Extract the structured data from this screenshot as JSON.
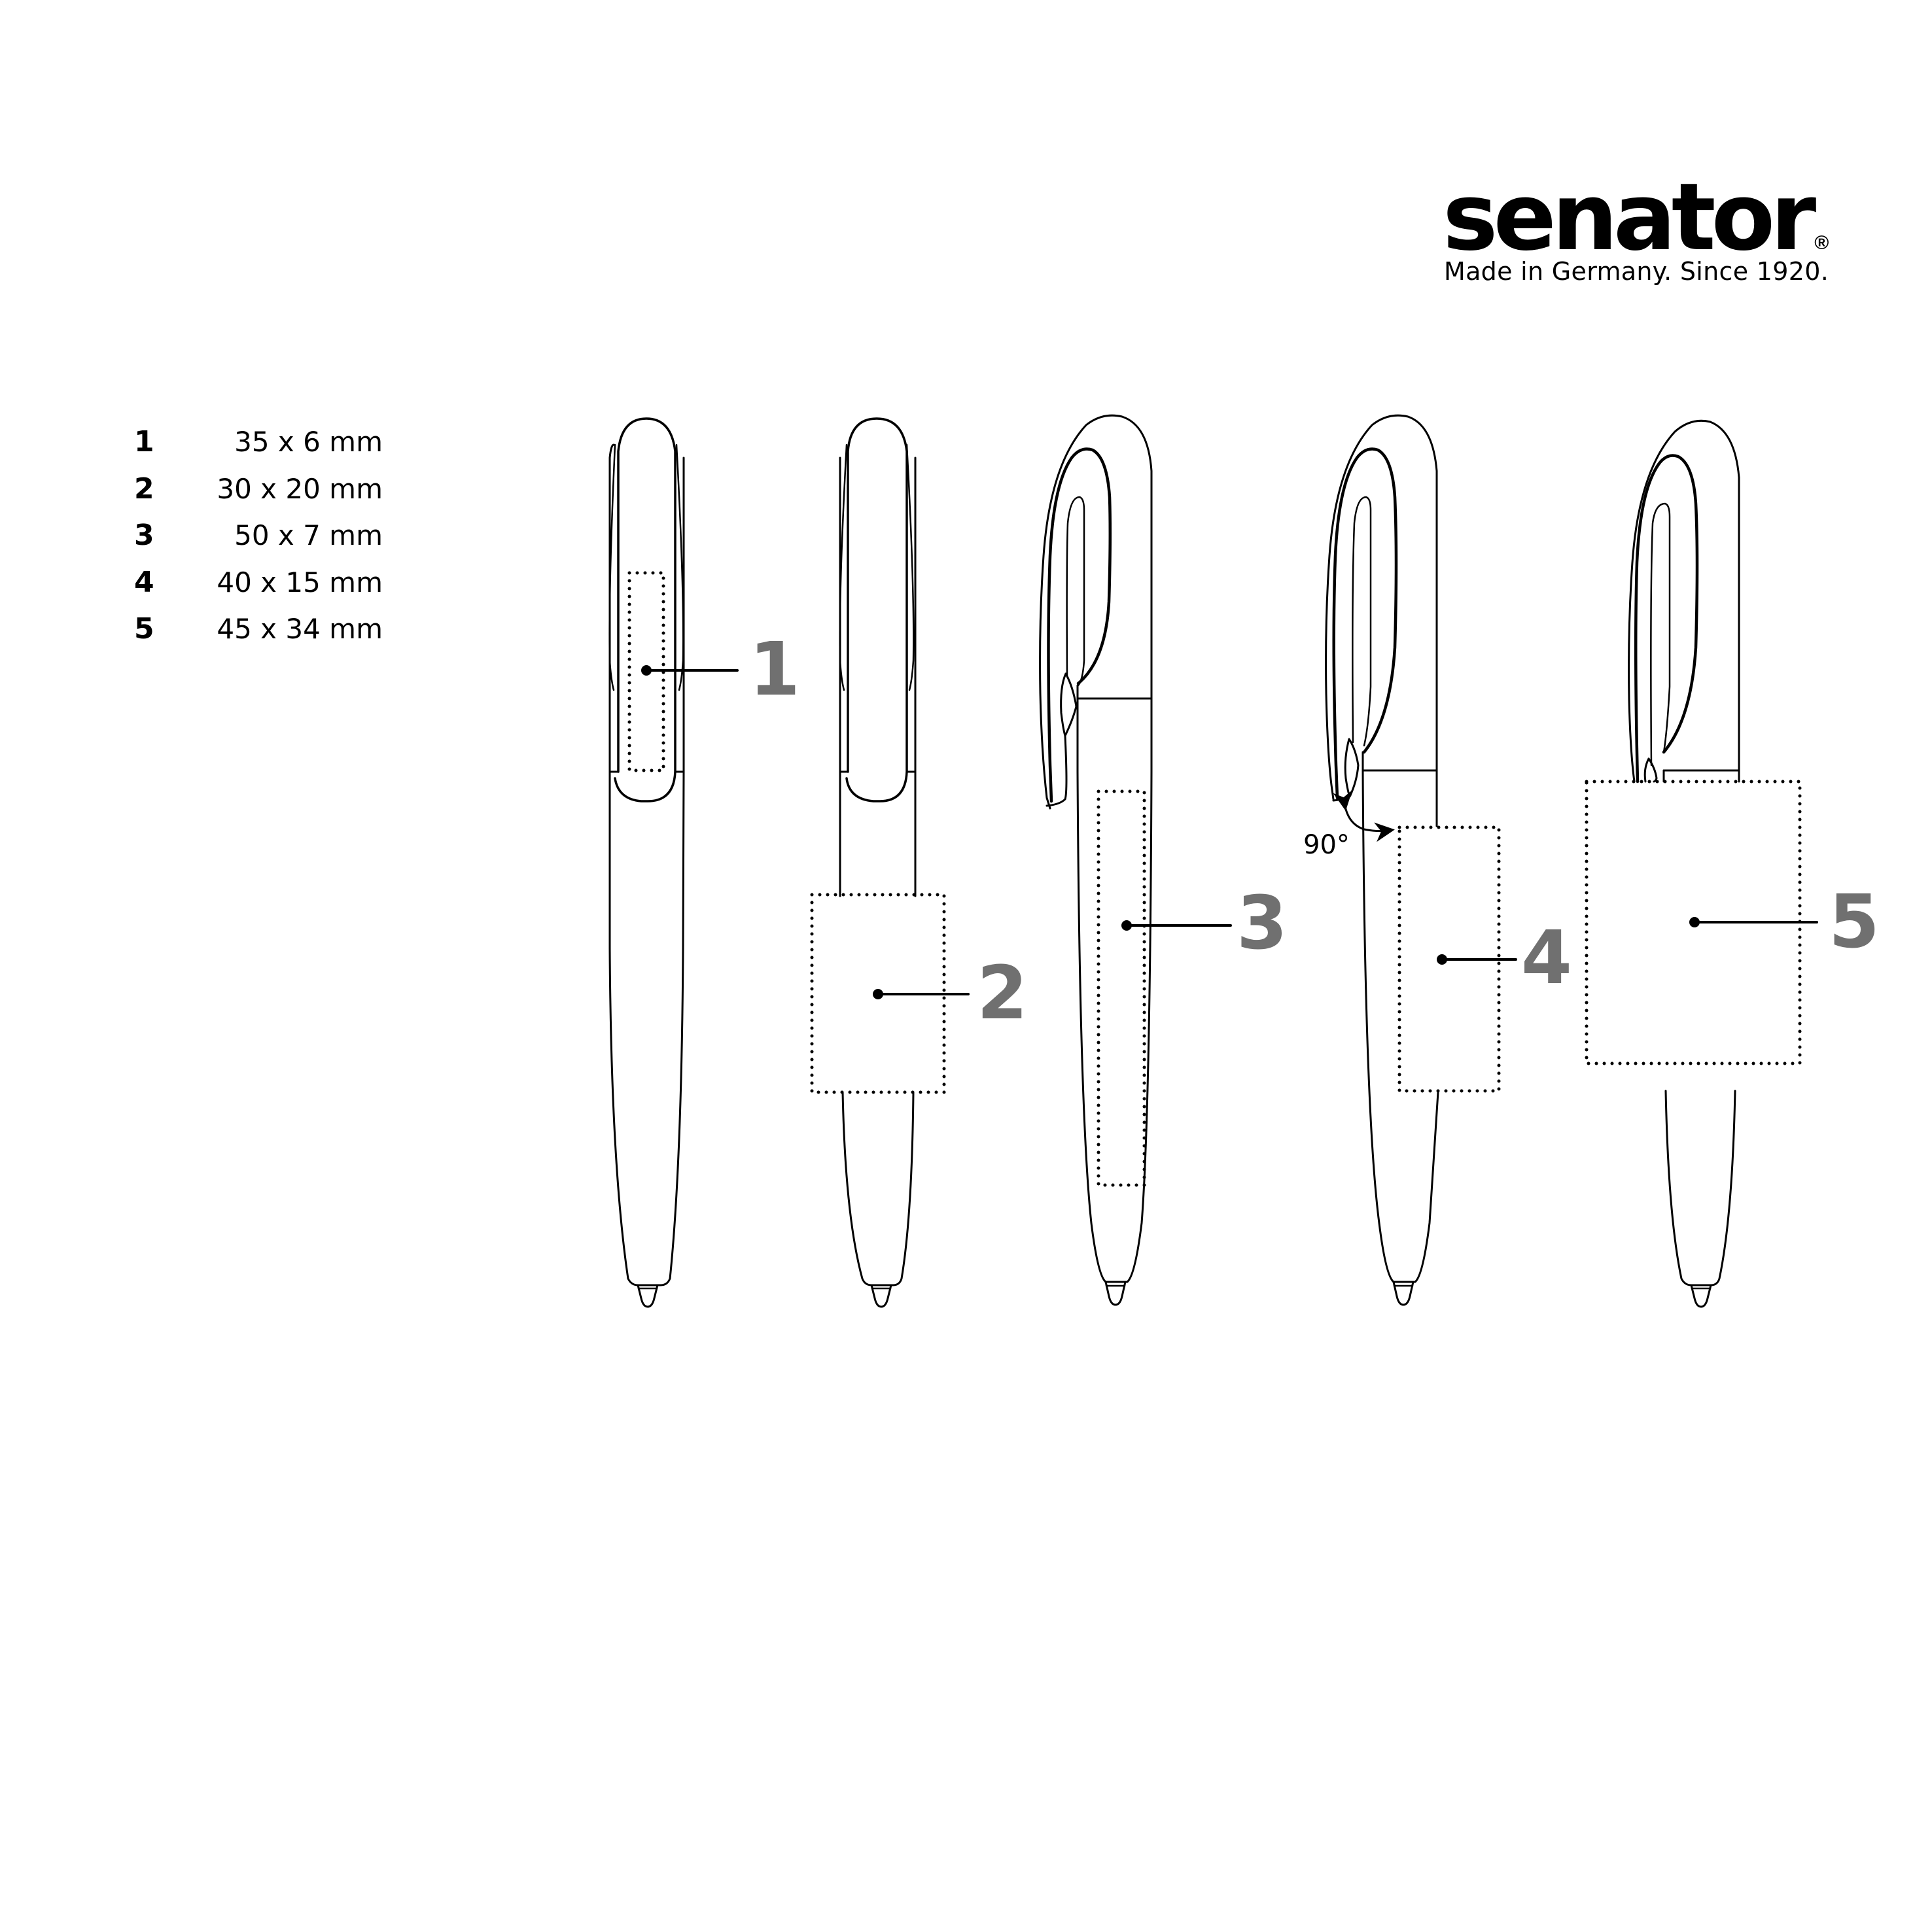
{
  "brand": {
    "name": "senator",
    "registered_mark": "®",
    "tagline": "Made in Germany. Since 1920."
  },
  "legend": {
    "items": [
      {
        "number": "1",
        "size": "35 x 6 mm"
      },
      {
        "number": "2",
        "size": "30 x 20 mm"
      },
      {
        "number": "3",
        "size": "50 x 7 mm"
      },
      {
        "number": "4",
        "size": "40 x 15 mm"
      },
      {
        "number": "5",
        "size": "45 x 34 mm"
      }
    ]
  },
  "diagram": {
    "callouts": [
      {
        "label": "1",
        "position": "clip front"
      },
      {
        "label": "2",
        "position": "barrel"
      },
      {
        "label": "3",
        "position": "barrel side"
      },
      {
        "label": "4",
        "position": "barrel below clip"
      },
      {
        "label": "5",
        "position": "wrap-around"
      }
    ],
    "angle_note": "90°",
    "colors": {
      "outline": "#000000",
      "callout_number": "#707070",
      "background": "#ffffff"
    }
  }
}
